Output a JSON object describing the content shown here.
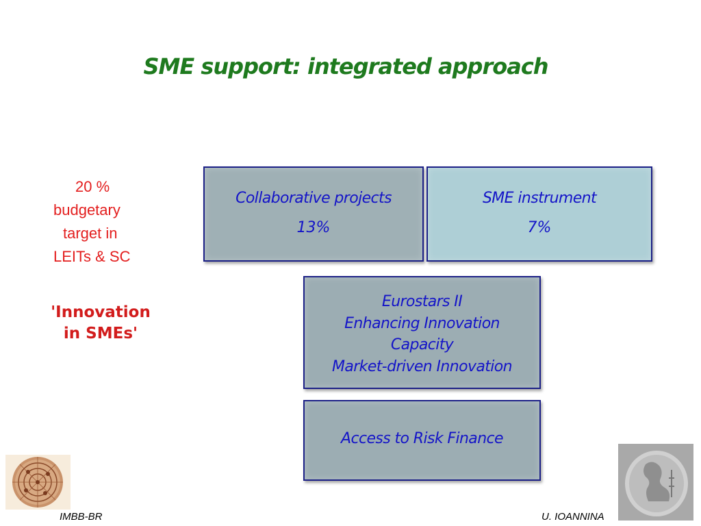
{
  "title": "SME support: integrated approach",
  "budget_target": {
    "line1": "20 %",
    "line2": "budgetary",
    "line3": "target in",
    "line4": "LEITs & SC"
  },
  "innovation_label": {
    "line1": "'Innovation",
    "line2": "in SMEs'"
  },
  "boxes": {
    "collaborative": {
      "name": "Collaborative projects",
      "percent": "13%"
    },
    "sme_instrument": {
      "name": "SME instrument",
      "percent": "7%"
    },
    "eurostars": {
      "lines": [
        "Eurostars II",
        "Enhancing Innovation",
        "Capacity",
        "Market-driven Innovation"
      ]
    },
    "risk_finance": {
      "label": "Access to Risk Finance"
    }
  },
  "footer": {
    "left": "IMBB-BR",
    "right": "U. IOANNINA"
  },
  "colors": {
    "title": "#1e7a1e",
    "target_text": "#e31e1e",
    "box_text": "#1414c8",
    "box_border": "#1b1f86",
    "box_grey": "#9fb0b5",
    "box_light": "#aecfd6"
  },
  "images": {
    "left_logo": "phaistos-disc-logo",
    "right_logo": "ancient-coin-logo"
  }
}
